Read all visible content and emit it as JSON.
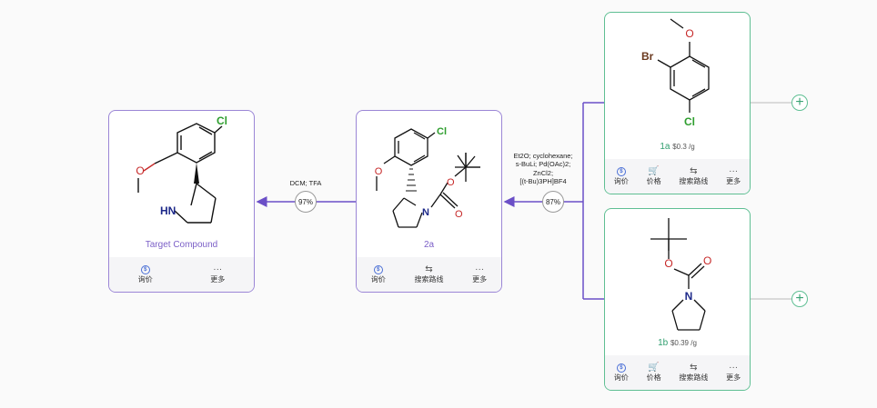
{
  "target": {
    "caption": "Target Compound",
    "actions": [
      {
        "icon": "dollar-circle-icon",
        "label": "询价"
      },
      {
        "icon": "more-icon",
        "label": "更多"
      }
    ]
  },
  "intermediate": {
    "caption": "2a",
    "actions": [
      {
        "icon": "dollar-circle-icon",
        "label": "询价"
      },
      {
        "icon": "route-icon",
        "label": "搜索路线"
      },
      {
        "icon": "more-icon",
        "label": "更多"
      }
    ]
  },
  "reagent_a": {
    "id": "1a",
    "price": "$0.3 /g",
    "actions": [
      {
        "icon": "dollar-circle-icon",
        "label": "询价"
      },
      {
        "icon": "cart-icon",
        "label": "价格"
      },
      {
        "icon": "route-icon",
        "label": "搜索路线"
      },
      {
        "icon": "more-icon",
        "label": "更多"
      }
    ]
  },
  "reagent_b": {
    "id": "1b",
    "price": "$0.39 /g",
    "actions": [
      {
        "icon": "dollar-circle-icon",
        "label": "询价"
      },
      {
        "icon": "cart-icon",
        "label": "价格"
      },
      {
        "icon": "route-icon",
        "label": "搜索路线"
      },
      {
        "icon": "more-icon",
        "label": "更多"
      }
    ]
  },
  "reaction1": {
    "conditions": [
      "DCM; TFA"
    ],
    "yield": "97%"
  },
  "reaction2": {
    "conditions": [
      "Et2O; cyclohexane;",
      "s-BuLi; Pd(OAc)2;",
      "ZnCl2;",
      "[(t-Bu)3PH]BF4"
    ],
    "yield": "87%"
  },
  "atoms": {
    "cl": "Cl",
    "br": "Br",
    "o": "O",
    "n": "N",
    "hn": "HN"
  },
  "colors": {
    "purple": "#9b86d6",
    "green": "#5fbf93",
    "arrow": "#6b4fc7"
  }
}
